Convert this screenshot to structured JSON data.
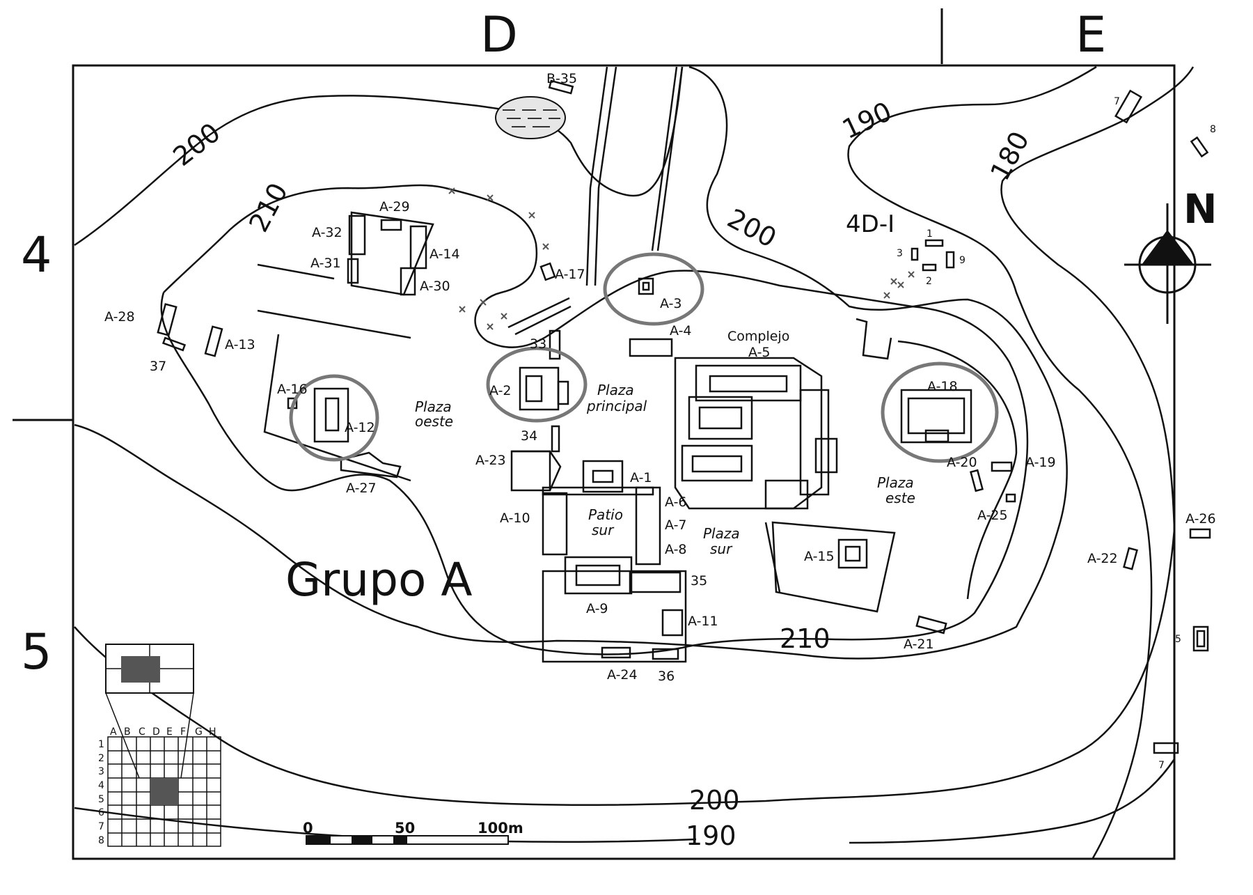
{
  "grid": {
    "columns": [
      "D",
      "E"
    ],
    "rows": [
      "4",
      "5"
    ]
  },
  "contours": [
    "200",
    "210",
    "190",
    "180",
    "200",
    "210",
    "200",
    "190"
  ],
  "group_label": "Grupo A",
  "zone_label": "4D-I",
  "plazas": {
    "oeste": [
      "Plaza",
      "oeste"
    ],
    "principal": [
      "Plaza",
      "principal"
    ],
    "sur": [
      "Plaza",
      "sur"
    ],
    "este": [
      "Plaza",
      "este"
    ],
    "patio_sur": [
      "Patio",
      "sur"
    ],
    "complejo": [
      "Complejo",
      "A-5"
    ]
  },
  "structures": [
    "B-35",
    "A-29",
    "A-32",
    "A-14",
    "A-31",
    "A-30",
    "A-28",
    "A-13",
    "37",
    "A-16",
    "A-12",
    "A-27",
    "A-17",
    "A-3",
    "A-4",
    "33",
    "A-2",
    "34",
    "A-23",
    "A-1",
    "A-6",
    "A-10",
    "A-7",
    "A-8",
    "35",
    "A-9",
    "A-11",
    "A-24",
    "36",
    "A-15",
    "A-18",
    "A-20",
    "A-19",
    "A-25",
    "A-21",
    "A-26",
    "A-22",
    "1",
    "2",
    "3",
    "9",
    "7",
    "8",
    "5",
    "7"
  ],
  "north_label": "N",
  "scale": {
    "ticks": [
      "0",
      "50",
      "100m"
    ]
  },
  "inset": {
    "columns": [
      "A",
      "B",
      "C",
      "D",
      "E",
      "F",
      "G",
      "H"
    ],
    "rows": [
      "1",
      "2",
      "3",
      "4",
      "5",
      "6",
      "7",
      "8"
    ]
  },
  "highlighted": [
    "A-12",
    "A-2",
    "A-3",
    "A-18"
  ],
  "colors": {
    "ink": "#111111",
    "circle": "#777777",
    "highlight": "#555555"
  }
}
